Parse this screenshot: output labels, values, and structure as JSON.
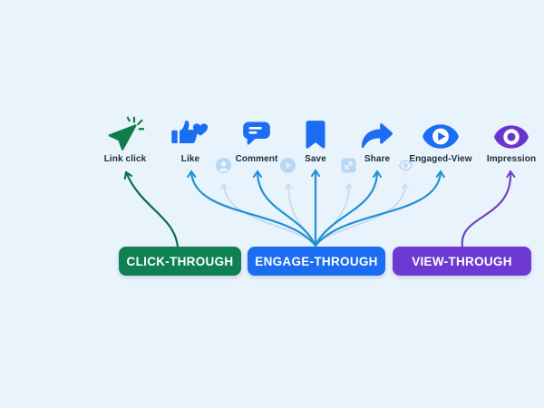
{
  "diagram": {
    "background": "#e9f3fc",
    "nodes": [
      {
        "id": "link-click",
        "label": "Link click",
        "icon": "cursor-click-icon",
        "color": "#0f7d4a"
      },
      {
        "id": "like",
        "label": "Like",
        "icon": "thumb-up-heart-icon",
        "color": "#1b6ef3"
      },
      {
        "id": "comment",
        "label": "Comment",
        "icon": "speech-bubble-icon",
        "color": "#1b6ef3"
      },
      {
        "id": "save",
        "label": "Save",
        "icon": "bookmark-icon",
        "color": "#1b6ef3"
      },
      {
        "id": "share",
        "label": "Share",
        "icon": "share-arrow-icon",
        "color": "#1b6ef3"
      },
      {
        "id": "engaged-view",
        "label": "Engaged-View",
        "icon": "eye-play-icon",
        "color": "#1b6ef3"
      },
      {
        "id": "impression",
        "label": "Impression",
        "icon": "eye-icon",
        "color": "#6a35cf"
      }
    ],
    "ghost_icons": [
      {
        "id": "profile-ghost",
        "icon": "profile-icon"
      },
      {
        "id": "play-ghost",
        "icon": "play-icon"
      },
      {
        "id": "expand-ghost",
        "icon": "expand-icon"
      },
      {
        "id": "eye-ghost",
        "icon": "eye-outline-icon"
      }
    ],
    "buttons": [
      {
        "id": "click-through",
        "label": "CLICK-THROUGH",
        "color": "#0e8053"
      },
      {
        "id": "engage-through",
        "label": "ENGAGE-THROUGH",
        "color": "#1c6cf2"
      },
      {
        "id": "view-through",
        "label": "VIEW-THROUGH",
        "color": "#6d39d2"
      }
    ],
    "connections": [
      {
        "from": "CLICK-THROUGH",
        "to": "Link click",
        "style": "solid",
        "color": "#0b6e4f"
      },
      {
        "from": "ENGAGE-THROUGH",
        "to": "Like",
        "style": "solid",
        "color": "#2091d3"
      },
      {
        "from": "ENGAGE-THROUGH",
        "to": "profile-ghost",
        "style": "faint",
        "color": "#c6dcec"
      },
      {
        "from": "ENGAGE-THROUGH",
        "to": "Comment",
        "style": "solid",
        "color": "#2091d3"
      },
      {
        "from": "ENGAGE-THROUGH",
        "to": "play-ghost",
        "style": "faint",
        "color": "#c6dcec"
      },
      {
        "from": "ENGAGE-THROUGH",
        "to": "Save",
        "style": "solid",
        "color": "#2091d3"
      },
      {
        "from": "ENGAGE-THROUGH",
        "to": "expand-ghost",
        "style": "faint",
        "color": "#c6dcec"
      },
      {
        "from": "ENGAGE-THROUGH",
        "to": "Share",
        "style": "solid",
        "color": "#2091d3"
      },
      {
        "from": "ENGAGE-THROUGH",
        "to": "eye-ghost",
        "style": "faint",
        "color": "#c6dcec"
      },
      {
        "from": "ENGAGE-THROUGH",
        "to": "Engaged-View",
        "style": "solid",
        "color": "#2091d3"
      },
      {
        "from": "VIEW-THROUGH",
        "to": "Impression",
        "style": "solid",
        "color": "#6e45c0"
      }
    ],
    "colors": {
      "solid_arrow": "#2091d3",
      "faint_arrow": "#c6dcec",
      "green_arrow": "#0b6e4f",
      "purple_arrow": "#6e45c0",
      "label_text": "#1d2e35",
      "ghost_icon": "#b7d7f2",
      "button_text": "#ffffff"
    }
  }
}
